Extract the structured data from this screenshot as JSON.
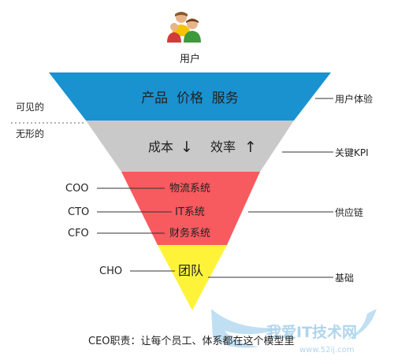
{
  "top": {
    "icon": "users-icon",
    "label": "用户"
  },
  "left_labels": {
    "visible": "可见的",
    "invisible": "无形的"
  },
  "layers": [
    {
      "text": "产品  价格  服务",
      "color": "#1a92d0",
      "right_label": "用户体验"
    },
    {
      "text_left": "成本",
      "arrow_left": "↓",
      "text_right": "效率",
      "arrow_right": "↑",
      "color": "#c9c9c9",
      "right_label": "关键KPI"
    },
    {
      "items": [
        "物流系统",
        "IT系统",
        "财务系统"
      ],
      "roles": [
        "COO",
        "CTO",
        "CFO"
      ],
      "color": "#f75a5f",
      "right_label": "供应链"
    },
    {
      "text": "团队",
      "role": "CHO",
      "color": "#fff33a",
      "right_label": "基础"
    }
  ],
  "footer": "CEO职责：让每个员工、体系都在这个模型里",
  "watermark": {
    "text": "我爱IT技术网",
    "url": "www.52ij.com"
  },
  "colors": {
    "blue": "#1a92d0",
    "gray": "#c9c9c9",
    "red": "#f75a5f",
    "yellow": "#fff33a"
  }
}
